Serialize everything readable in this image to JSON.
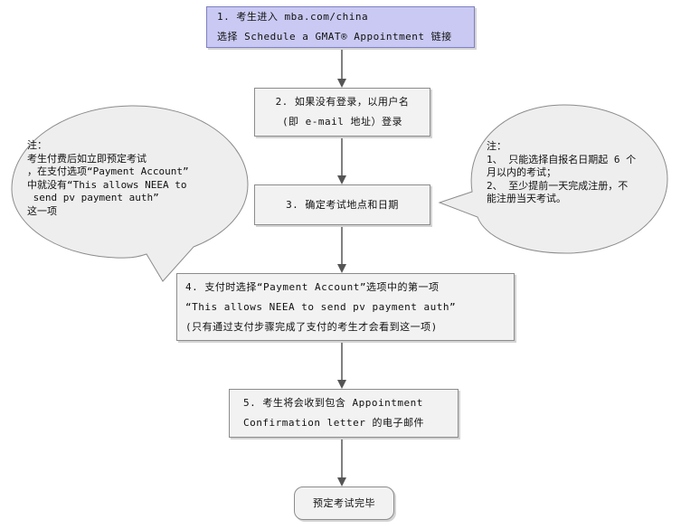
{
  "steps": {
    "s1": {
      "line1": "1. 考生进入 mba.com/china",
      "line2": "选择 Schedule a GMAT® Appointment 链接"
    },
    "s2": {
      "line1": "2. 如果没有登录，以用户名",
      "line2": "(即 e-mail 地址）登录"
    },
    "s3": {
      "line1": "3. 确定考试地点和日期"
    },
    "s4": {
      "line1": "4. 支付时选择“Payment Account”选项中的第一项",
      "line2": "“This allows NEEA to send pv payment auth”",
      "line3": "(只有通过支付步骤完成了支付的考生才会看到这一项)"
    },
    "s5": {
      "line1": "5. 考生将会收到包含 Appointment",
      "line2": "Confirmation letter 的电子邮件"
    },
    "s6": {
      "line1": "预定考试完毕"
    }
  },
  "notes": {
    "left": {
      "line1": "注：",
      "line2": "考生付费后如立即预定考试",
      "line3": "，在支付选项“Payment Account”",
      "line4": "中就没有“This allows NEEA to",
      "line5": " send pv payment auth”",
      "line6": "这一项"
    },
    "right": {
      "line1": "注：",
      "line2": "1、 只能选择自报名日期起 6 个",
      "line3": "月以内的考试；",
      "line4": "2、 至少提前一天完成注册，不",
      "line5": "能注册当天考试。"
    }
  },
  "colors": {
    "highlight_box": "#c9c9f3",
    "box_fill": "#f2f2f2",
    "box_border": "#8c8c8c",
    "arrow": "#555555",
    "callout_fill": "#eeeeee"
  }
}
